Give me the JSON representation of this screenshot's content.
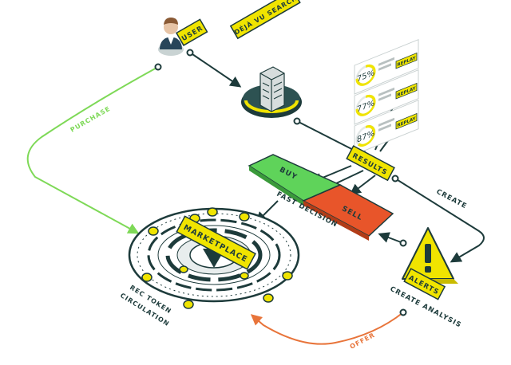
{
  "nodes": {
    "user": "USER",
    "deja_vu_search": "DÉJÀ VU SEARCH",
    "results": "RESULTS",
    "buy": "BUY",
    "sell": "SELL",
    "fast_decision": "FAST DECISION",
    "alerts": "ALERTS",
    "create_analysis": "CREATE ANALYSIS",
    "marketplace": "MARKETPLACE",
    "rec_token_line1": "REC TOKEN",
    "rec_token_line2": "CIRCULATION"
  },
  "flows": {
    "purchase": "PURCHASE",
    "create": "CREATE",
    "offer": "OFFER"
  },
  "results_cards": [
    {
      "percent": "75%",
      "button": "REPLAY"
    },
    {
      "percent": "77%",
      "button": "REPLAY"
    },
    {
      "percent": "87%",
      "button": "REPLAY"
    }
  ],
  "colors": {
    "accent_yellow": "#f0e400",
    "buy_green": "#5fd35a",
    "sell_orange": "#e8552a",
    "purchase_line": "#7ed957",
    "offer_line": "#e8743a",
    "line_dark": "#1d3b3b"
  }
}
